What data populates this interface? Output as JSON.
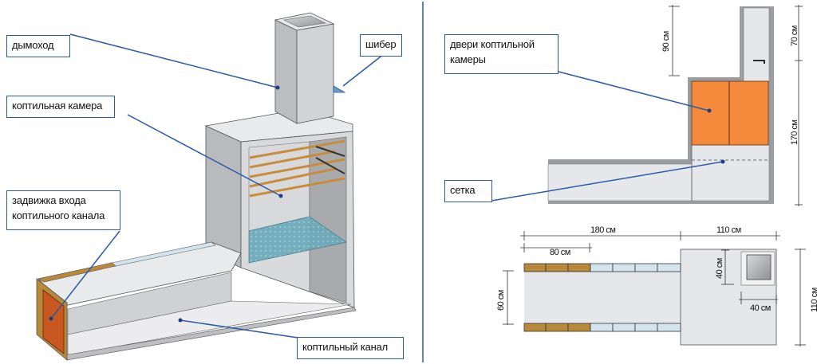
{
  "left_view": {
    "title": "Isometric view of smokehouse",
    "labels": {
      "chimney": "дымоход",
      "damper": "шибер",
      "smoking_chamber": "коптильная камера",
      "channel_gate": "задвижка входа коптильного канала",
      "channel_gate_line1": "задвижка входа",
      "channel_gate_line2": "коптильного канала",
      "smoke_channel": "коптильный канал"
    }
  },
  "right_view": {
    "section": {
      "labels": {
        "chamber_doors_line1": "двери коптильной",
        "chamber_doors_line2": "камеры",
        "grid": "сетка"
      },
      "dimensions": {
        "chimney_height": "90 см",
        "top_height": "70 см",
        "chamber_height": "170 см"
      }
    },
    "plan": {
      "dimensions": {
        "channel_length": "180 см",
        "chamber_width": "110 см",
        "gate_section": "80 см",
        "channel_width": "60 см",
        "chamber_depth": "110 см",
        "chimney_depth": "40 см",
        "chimney_width": "40 см"
      }
    }
  },
  "colors": {
    "accent_line": "#2a5aa8",
    "concrete_light": "#e6e7ea",
    "concrete_mid": "#c9cacd",
    "concrete_dark": "#9c9da0",
    "door_orange": "#f58a3c",
    "brick_tan": "#b8893a",
    "glass_blue": "#d4e4ef",
    "grid_teal": "#6aa9b9"
  }
}
